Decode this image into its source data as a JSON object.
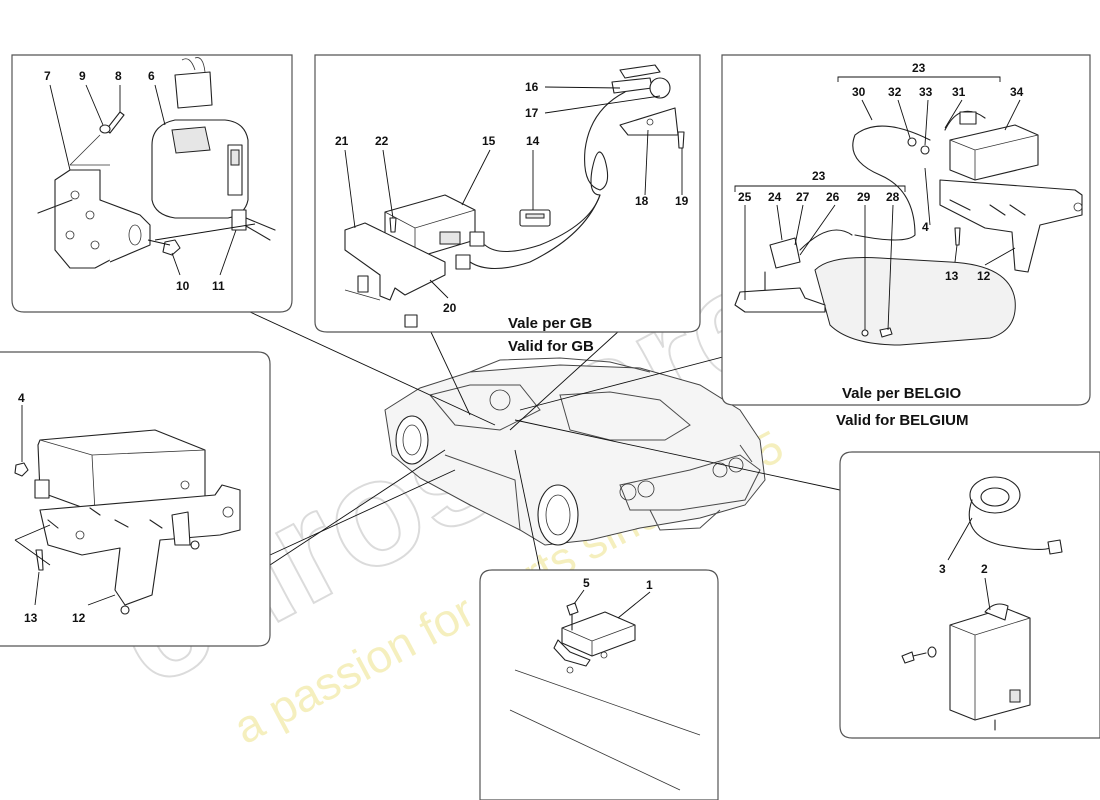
{
  "watermark": {
    "brand": "eurospares",
    "tagline": "a passion for parts since 1985"
  },
  "panels": {
    "top_left": {
      "callouts": [
        "7",
        "9",
        "8",
        "6",
        "10",
        "11"
      ]
    },
    "top_center": {
      "callouts": [
        "16",
        "17",
        "21",
        "22",
        "15",
        "14",
        "18",
        "19",
        "20"
      ],
      "caption_it": "Vale per GB",
      "caption_en": "Valid for GB"
    },
    "top_right": {
      "callouts": [
        "23",
        "30",
        "32",
        "33",
        "31",
        "34",
        "23",
        "25",
        "24",
        "27",
        "26",
        "29",
        "28",
        "4",
        "13",
        "12"
      ],
      "caption_it": "Vale per BELGIO",
      "caption_en": "Valid for BELGIUM"
    },
    "mid_left": {
      "callouts": [
        "4",
        "13",
        "12"
      ]
    },
    "bottom_center": {
      "callouts": [
        "5",
        "1"
      ]
    },
    "bottom_right": {
      "callouts": [
        "3",
        "2"
      ]
    }
  }
}
